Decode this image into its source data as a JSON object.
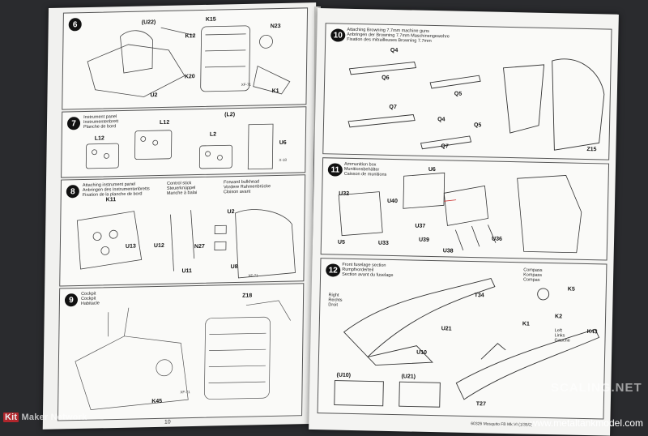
{
  "left_page": {
    "page_number": "10",
    "steps": [
      {
        "number": "6",
        "parts": [
          "(U22)",
          "K15",
          "K12",
          "N23",
          "K20",
          "U2",
          "K1",
          "XF-71"
        ]
      },
      {
        "number": "7",
        "title": "Instrument panel\nInstrumentenbrett\nPlanche de bord",
        "parts": [
          "L12",
          "L2",
          "L12",
          "U6",
          "(L2)",
          "X-18"
        ]
      },
      {
        "number": "8",
        "title": "Attaching instrument panel\nAnbringen des Instrumentenbretts\nFixation de la planche de bord",
        "parts": [
          "K11",
          "U2",
          "U13",
          "U12",
          "N27",
          "U8",
          "U11",
          "XF-71"
        ],
        "captions": [
          "Control stick\nSteuerknüppel\nManche à balai",
          "Forward bulkhead\nVordere Rahmenbrücke\nCloison avant"
        ]
      },
      {
        "number": "9",
        "title": "Cockpit\nCockpit\nHabitacle",
        "parts": [
          "Z18",
          "K45",
          "XF-71"
        ]
      }
    ]
  },
  "right_page": {
    "footer": "60326  Mosquito FB Mk.VI (1/35/2)",
    "steps": [
      {
        "number": "10",
        "title": "Attaching Browning 7.7mm machine guns\nAnbringen der Browning 7.7mm Maschinengewehre\nFixation des mitrailleuses Browning 7.7mm",
        "parts": [
          "Q4",
          "Q6",
          "Q5",
          "Q7",
          "Q4",
          "Q5",
          "Q7",
          "Z15"
        ]
      },
      {
        "number": "11",
        "title": "Ammunition box\nMunitionsbehälter\nCaisson de munitions",
        "parts": [
          "U6",
          "U32",
          "U40",
          "U37",
          "U5",
          "U33",
          "U39",
          "U38",
          "U36"
        ]
      },
      {
        "number": "12",
        "title": "Front fuselage section\nRumpfvorderteil\nSection avant du fuselage",
        "parts": [
          "T34",
          "U21",
          "U10",
          "K5",
          "K1",
          "K2",
          "K43",
          "T27",
          "(U10)",
          "(U21)"
        ],
        "captions": [
          "Right\nRechts\nDroit",
          "Left\nLinks\nGauche",
          "Compass\nKompass\nCompas"
        ]
      }
    ]
  },
  "watermarks": {
    "left_brand_k": "Kit",
    "left_brand_rest": "Maker Network",
    "right_url": "www.metaltankmodel.com",
    "mid": "SCALING.NET"
  }
}
